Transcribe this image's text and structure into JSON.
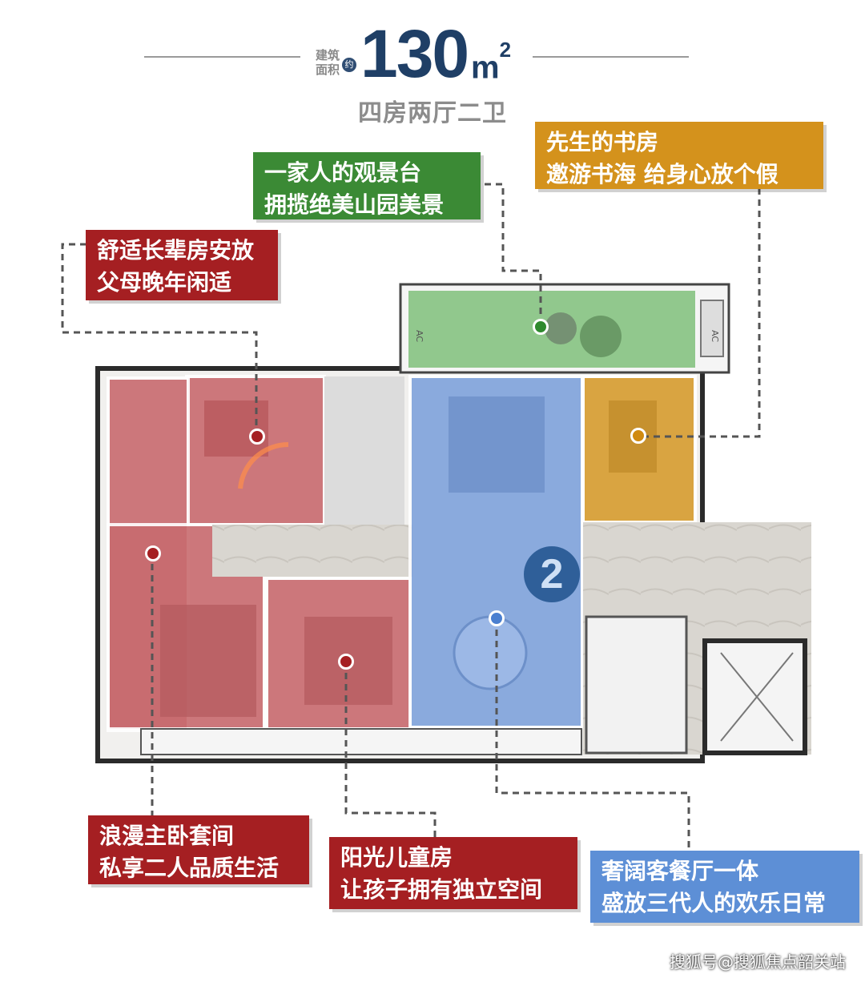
{
  "header": {
    "area_label_line1": "建筑",
    "area_label_line2": "面积",
    "approx": "约",
    "area_value": "130",
    "area_unit": "m",
    "area_unit_sup": "2",
    "layout": "四房两厅二卫"
  },
  "callouts": {
    "study": {
      "line1": "先生的书房",
      "line2": "邀游书海 给身心放个假"
    },
    "balcony": {
      "line1": "一家人的观景台",
      "line2": "拥揽绝美山园美景"
    },
    "elder_room": {
      "line1": "舒适长辈房安放",
      "line2": "父母晚年闲适"
    },
    "master_bedroom": {
      "line1": "浪漫主卧套间",
      "line2": "私享二人品质生活"
    },
    "kids_room": {
      "line1": "阳光儿童房",
      "line2": "让孩子拥有独立空间"
    },
    "living_dining": {
      "line1": "奢阔客餐厅一体",
      "line2": "盛放三代人的欢乐日常"
    }
  },
  "floorplan": {
    "badge_number": "2",
    "ac_label": "AC"
  },
  "colors": {
    "red": "#a51f22",
    "green": "#3b8a35",
    "gold": "#d4921c",
    "blue": "#5d8fd6",
    "navy": "#1f3f66"
  },
  "watermark": "搜狐号@搜狐焦点韶关站"
}
